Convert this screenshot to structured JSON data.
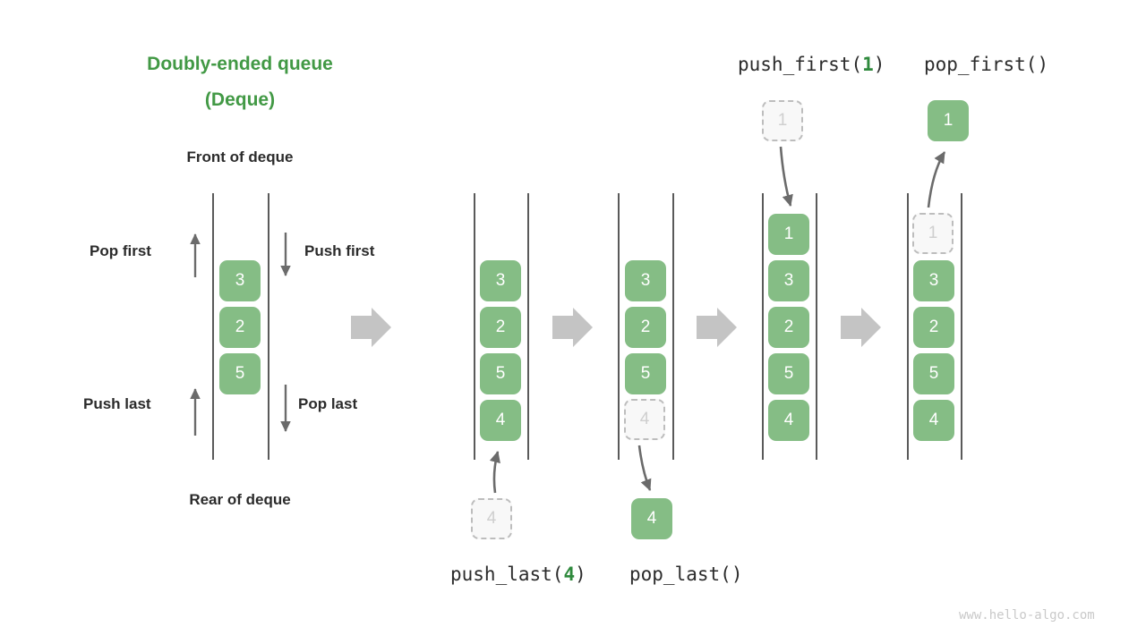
{
  "title": {
    "line1": "Doubly-ended queue",
    "line2": "(Deque)"
  },
  "labels": {
    "front": "Front of deque",
    "rear": "Rear of deque",
    "pop_first": "Pop first",
    "push_first": "Push first",
    "push_last": "Push last",
    "pop_last": "Pop last"
  },
  "operations": {
    "push_last": {
      "name": "push_last",
      "open": "(",
      "arg": "4",
      "close": ")"
    },
    "pop_last": {
      "name": "pop_last",
      "open": "(",
      "arg": "",
      "close": ")"
    },
    "push_first": {
      "name": "push_first",
      "open": "(",
      "arg": "1",
      "close": ")"
    },
    "pop_first": {
      "name": "pop_first",
      "open": "(",
      "arg": "",
      "close": ")"
    }
  },
  "colors": {
    "accent_green": "#429945",
    "box_green": "#85bd85",
    "ghost_fill": "#f8f8f8",
    "ghost_border": "#bdbdbd",
    "rail": "#5a5a5a",
    "arrow_gray": "#c4c4c4",
    "text_dark": "#2b2b2b",
    "watermark": "#c9c9c9"
  },
  "panels": [
    {
      "id": "panel-overview",
      "items": [
        {
          "value": "3",
          "state": "solid"
        },
        {
          "value": "2",
          "state": "solid"
        },
        {
          "value": "5",
          "state": "solid"
        }
      ]
    },
    {
      "id": "panel-push-last",
      "items": [
        {
          "value": "3",
          "state": "solid"
        },
        {
          "value": "2",
          "state": "solid"
        },
        {
          "value": "5",
          "state": "solid"
        },
        {
          "value": "4",
          "state": "solid"
        }
      ],
      "external": {
        "value": "4",
        "state": "ghost"
      }
    },
    {
      "id": "panel-pop-last",
      "items": [
        {
          "value": "3",
          "state": "solid"
        },
        {
          "value": "2",
          "state": "solid"
        },
        {
          "value": "5",
          "state": "solid"
        },
        {
          "value": "4",
          "state": "ghost"
        }
      ],
      "external": {
        "value": "4",
        "state": "solid"
      }
    },
    {
      "id": "panel-push-first",
      "items": [
        {
          "value": "1",
          "state": "solid"
        },
        {
          "value": "3",
          "state": "solid"
        },
        {
          "value": "2",
          "state": "solid"
        },
        {
          "value": "5",
          "state": "solid"
        },
        {
          "value": "4",
          "state": "solid"
        }
      ],
      "external": {
        "value": "1",
        "state": "ghost"
      }
    },
    {
      "id": "panel-pop-first",
      "items": [
        {
          "value": "1",
          "state": "ghost"
        },
        {
          "value": "3",
          "state": "solid"
        },
        {
          "value": "2",
          "state": "solid"
        },
        {
          "value": "5",
          "state": "solid"
        },
        {
          "value": "4",
          "state": "solid"
        }
      ],
      "external": {
        "value": "1",
        "state": "solid"
      }
    }
  ],
  "watermark": "www.hello-algo.com"
}
